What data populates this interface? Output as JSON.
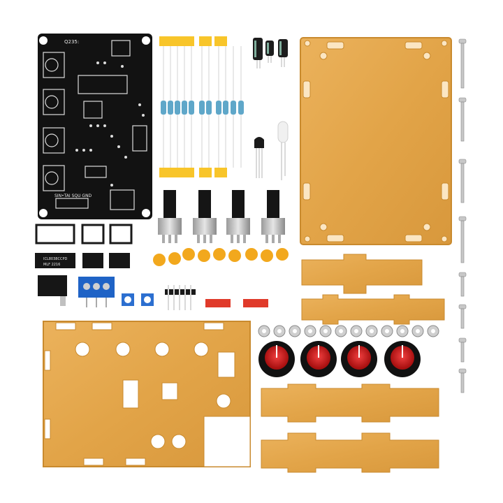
{
  "pcb": {
    "top_label": "Q235:",
    "connector_label": "SIN•TAI SQU GND",
    "ic_label_1": "ICL8038CCPD",
    "ic_label_2": "MLF 2216"
  },
  "colors": {
    "acrylic": "#e3a54a",
    "acrylic_edge": "#c98a2e",
    "pcb": "#111111",
    "knob_red": "#d42020",
    "terminal_blue": "#1f63c6",
    "jumper_red": "#e03a2a",
    "ceramic_cap": "#f2a81d",
    "resistor_tape": "#f8c52a"
  }
}
